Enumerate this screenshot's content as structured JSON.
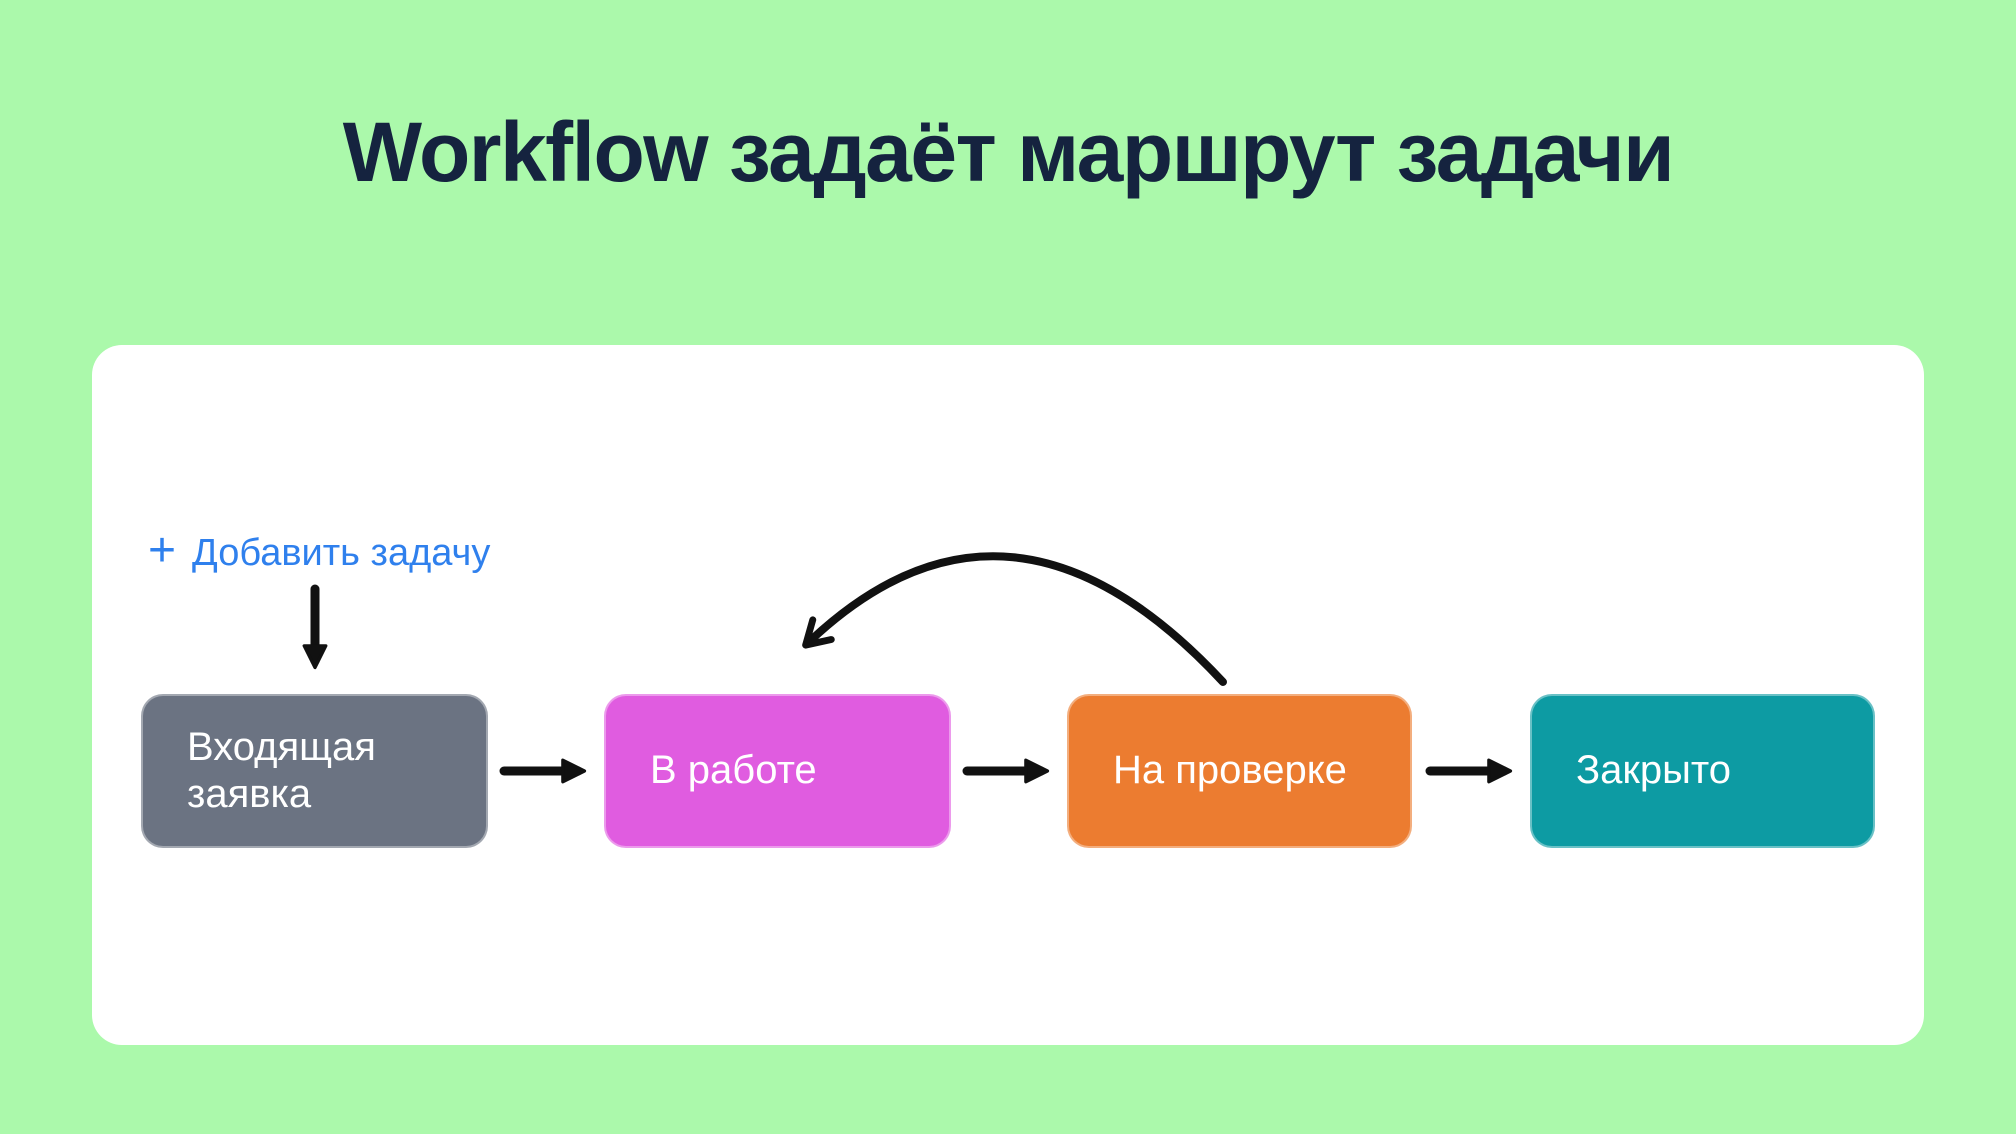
{
  "page": {
    "title": "Workflow задаёт маршрут задачи",
    "background_color": "#abf9ab",
    "title_color": "#15233f"
  },
  "card": {
    "add_task": {
      "plus_icon": "+",
      "label": "Добавить задачу",
      "color": "#2f80ed"
    }
  },
  "workflow": {
    "arrow_color": "#111111",
    "stages": [
      {
        "label": "Входящая заявка",
        "color": "#6b7382"
      },
      {
        "label": "В работе",
        "color": "#e05ce0"
      },
      {
        "label": "На проверке",
        "color": "#ec7c30"
      },
      {
        "label": "Закрыто",
        "color": "#0d9ba3"
      }
    ],
    "transitions": [
      {
        "from": 0,
        "to": 1,
        "type": "forward"
      },
      {
        "from": 1,
        "to": 2,
        "type": "forward"
      },
      {
        "from": 2,
        "to": 3,
        "type": "forward"
      },
      {
        "from": 2,
        "to": 1,
        "type": "return-arc"
      }
    ]
  }
}
